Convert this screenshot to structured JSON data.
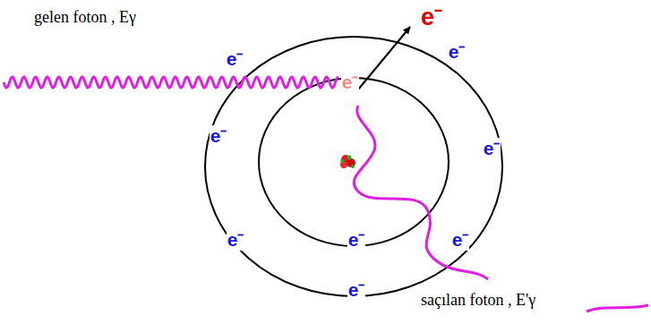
{
  "diagram": {
    "labels": [
      "gelen foton , Eγ",
      "e⁻",
      "e⁻",
      "e⁻",
      "e⁻",
      "e⁻",
      "e⁻",
      "e⁻",
      "e⁻",
      "e⁻",
      "e⁻",
      "saçılan foton , E'γ"
    ]
  }
}
